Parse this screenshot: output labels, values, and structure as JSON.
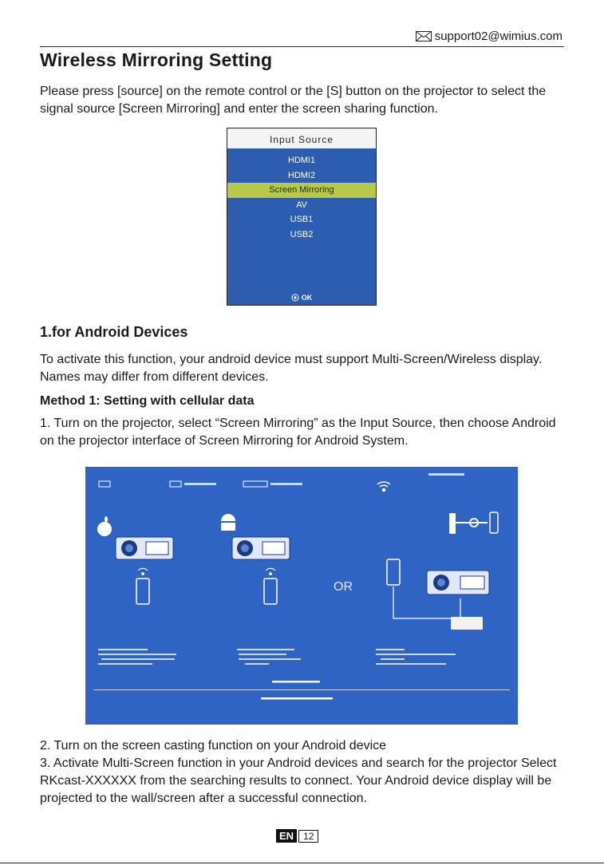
{
  "header": {
    "email": "support02@wimius.com"
  },
  "title": "Wireless Mirroring Setting",
  "intro": "Please press [source] on the remote control or the [S] button on the projector to select the signal source [Screen Mirroring] and enter the screen sharing function.",
  "input_source_menu": {
    "title": "Input Source",
    "items": [
      "HDMI1",
      "HDMI2",
      "Screen Mirroring",
      "AV",
      "USB1",
      "USB2"
    ],
    "selected": "Screen Mirroring",
    "ok_label": "OK",
    "colors": {
      "panel": "#2d5daf",
      "highlight": "#b8c94a"
    }
  },
  "android_section": {
    "heading": "1.for Android Devices",
    "description": "To activate this function, your android device must support Multi-Screen/Wireless display. Names may differ from different devices.",
    "method_heading": "Method 1: Setting with cellular data",
    "step1": "1. Turn on the projector, select “Screen Mirroring” as the Input Source, then choose Android on the projector interface of Screen Mirroring for Android System."
  },
  "mirror_screen": {
    "or_label": "OR"
  },
  "steps": {
    "step2": "2. Turn on the screen casting function on your Android device",
    "step3": "3. Activate Multi-Screen function in your Android devices and search for the projector Select RKcast-XXXXXX from the searching results to connect. Your Android device display will be projected to the wall/screen after a successful connection."
  },
  "footer": {
    "lang": "EN",
    "page": "12"
  }
}
